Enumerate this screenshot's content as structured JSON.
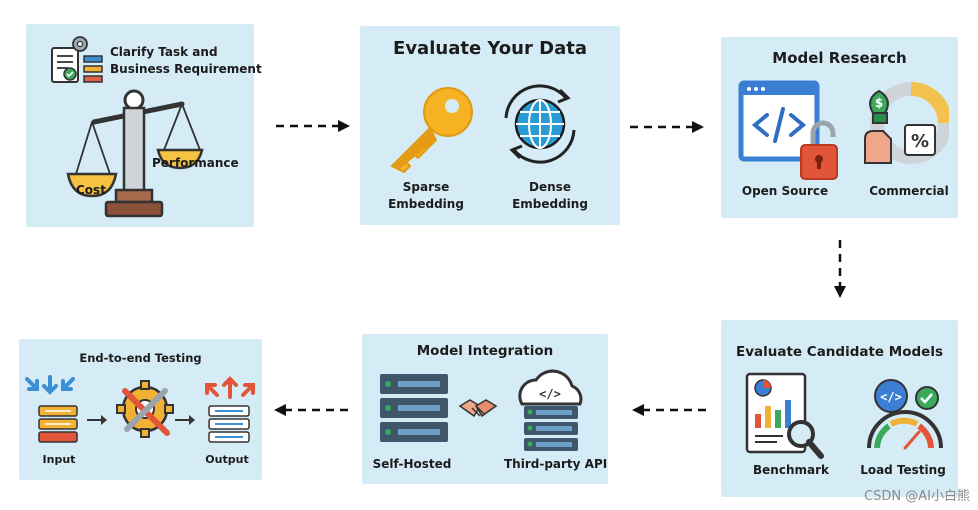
{
  "clarify": {
    "title_line1": "Clarify Task and",
    "title_line2": "Business Requirement",
    "cost_label": "Cost",
    "performance_label": "Performance"
  },
  "evaluate_data": {
    "title": "Evaluate Your Data",
    "sparse_line1": "Sparse",
    "sparse_line2": "Embedding",
    "dense_line1": "Dense",
    "dense_line2": "Embedding"
  },
  "model_research": {
    "title": "Model Research",
    "open_source_label": "Open Source",
    "commercial_label": "Commercial"
  },
  "evaluate_candidates": {
    "title": "Evaluate Candidate Models",
    "benchmark_label": "Benchmark",
    "load_testing_label": "Load Testing"
  },
  "model_integration": {
    "title": "Model Integration",
    "self_hosted_label": "Self-Hosted",
    "third_party_label": "Third-party API"
  },
  "e2e": {
    "title": "End-to-end Testing",
    "input_label": "Input",
    "output_label": "Output"
  },
  "watermark": "CSDN @AI小白熊",
  "colors": {
    "box_fill": "#d5ecf6",
    "key_gold": "#f5b323",
    "globe_blue": "#2a9bd3",
    "lock_red": "#e2553a",
    "server_slate": "#3f566b"
  }
}
